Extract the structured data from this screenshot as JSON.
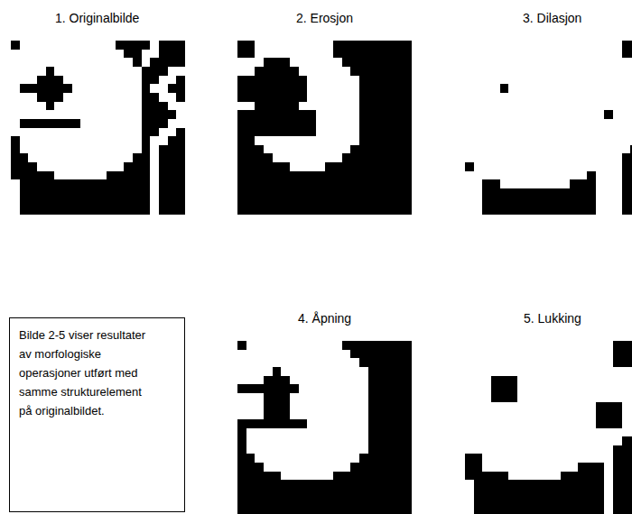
{
  "diagram": {
    "nodes": [
      {
        "text": [
          "Bilde 2-5 viser resultater av morfologiske operasjoner utført med samme strukturelement på originalbildet."
        ]
      }
    ],
    "labels": [
      "1. Originalbilde",
      "2. Erosjon",
      "3. Dilasjon",
      "4. Åpning",
      "5. Lukking"
    ]
  }
}
